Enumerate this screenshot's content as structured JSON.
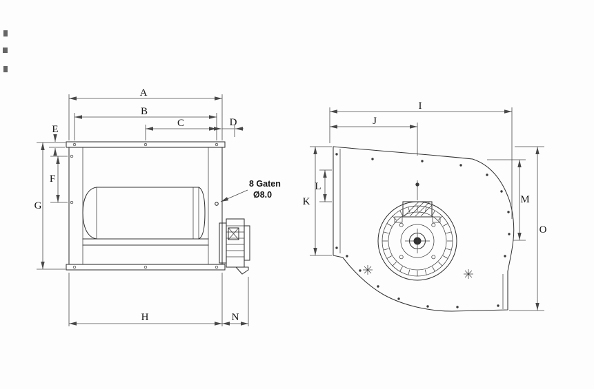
{
  "front_view": {
    "dims": {
      "a": "A",
      "b": "B",
      "c": "C",
      "d": "D",
      "e": "E",
      "f": "F",
      "g": "G",
      "h": "H",
      "n": "N"
    },
    "annotation": {
      "line1": "8 Gaten",
      "line2": "Ø8.0"
    }
  },
  "side_view": {
    "dims": {
      "i": "I",
      "j": "J",
      "k": "K",
      "l": "L",
      "m": "M",
      "o": "O"
    }
  },
  "colors": {
    "line": "#333333",
    "dimension": "#474747",
    "text": "#141414",
    "background": "#fdfdfd"
  }
}
